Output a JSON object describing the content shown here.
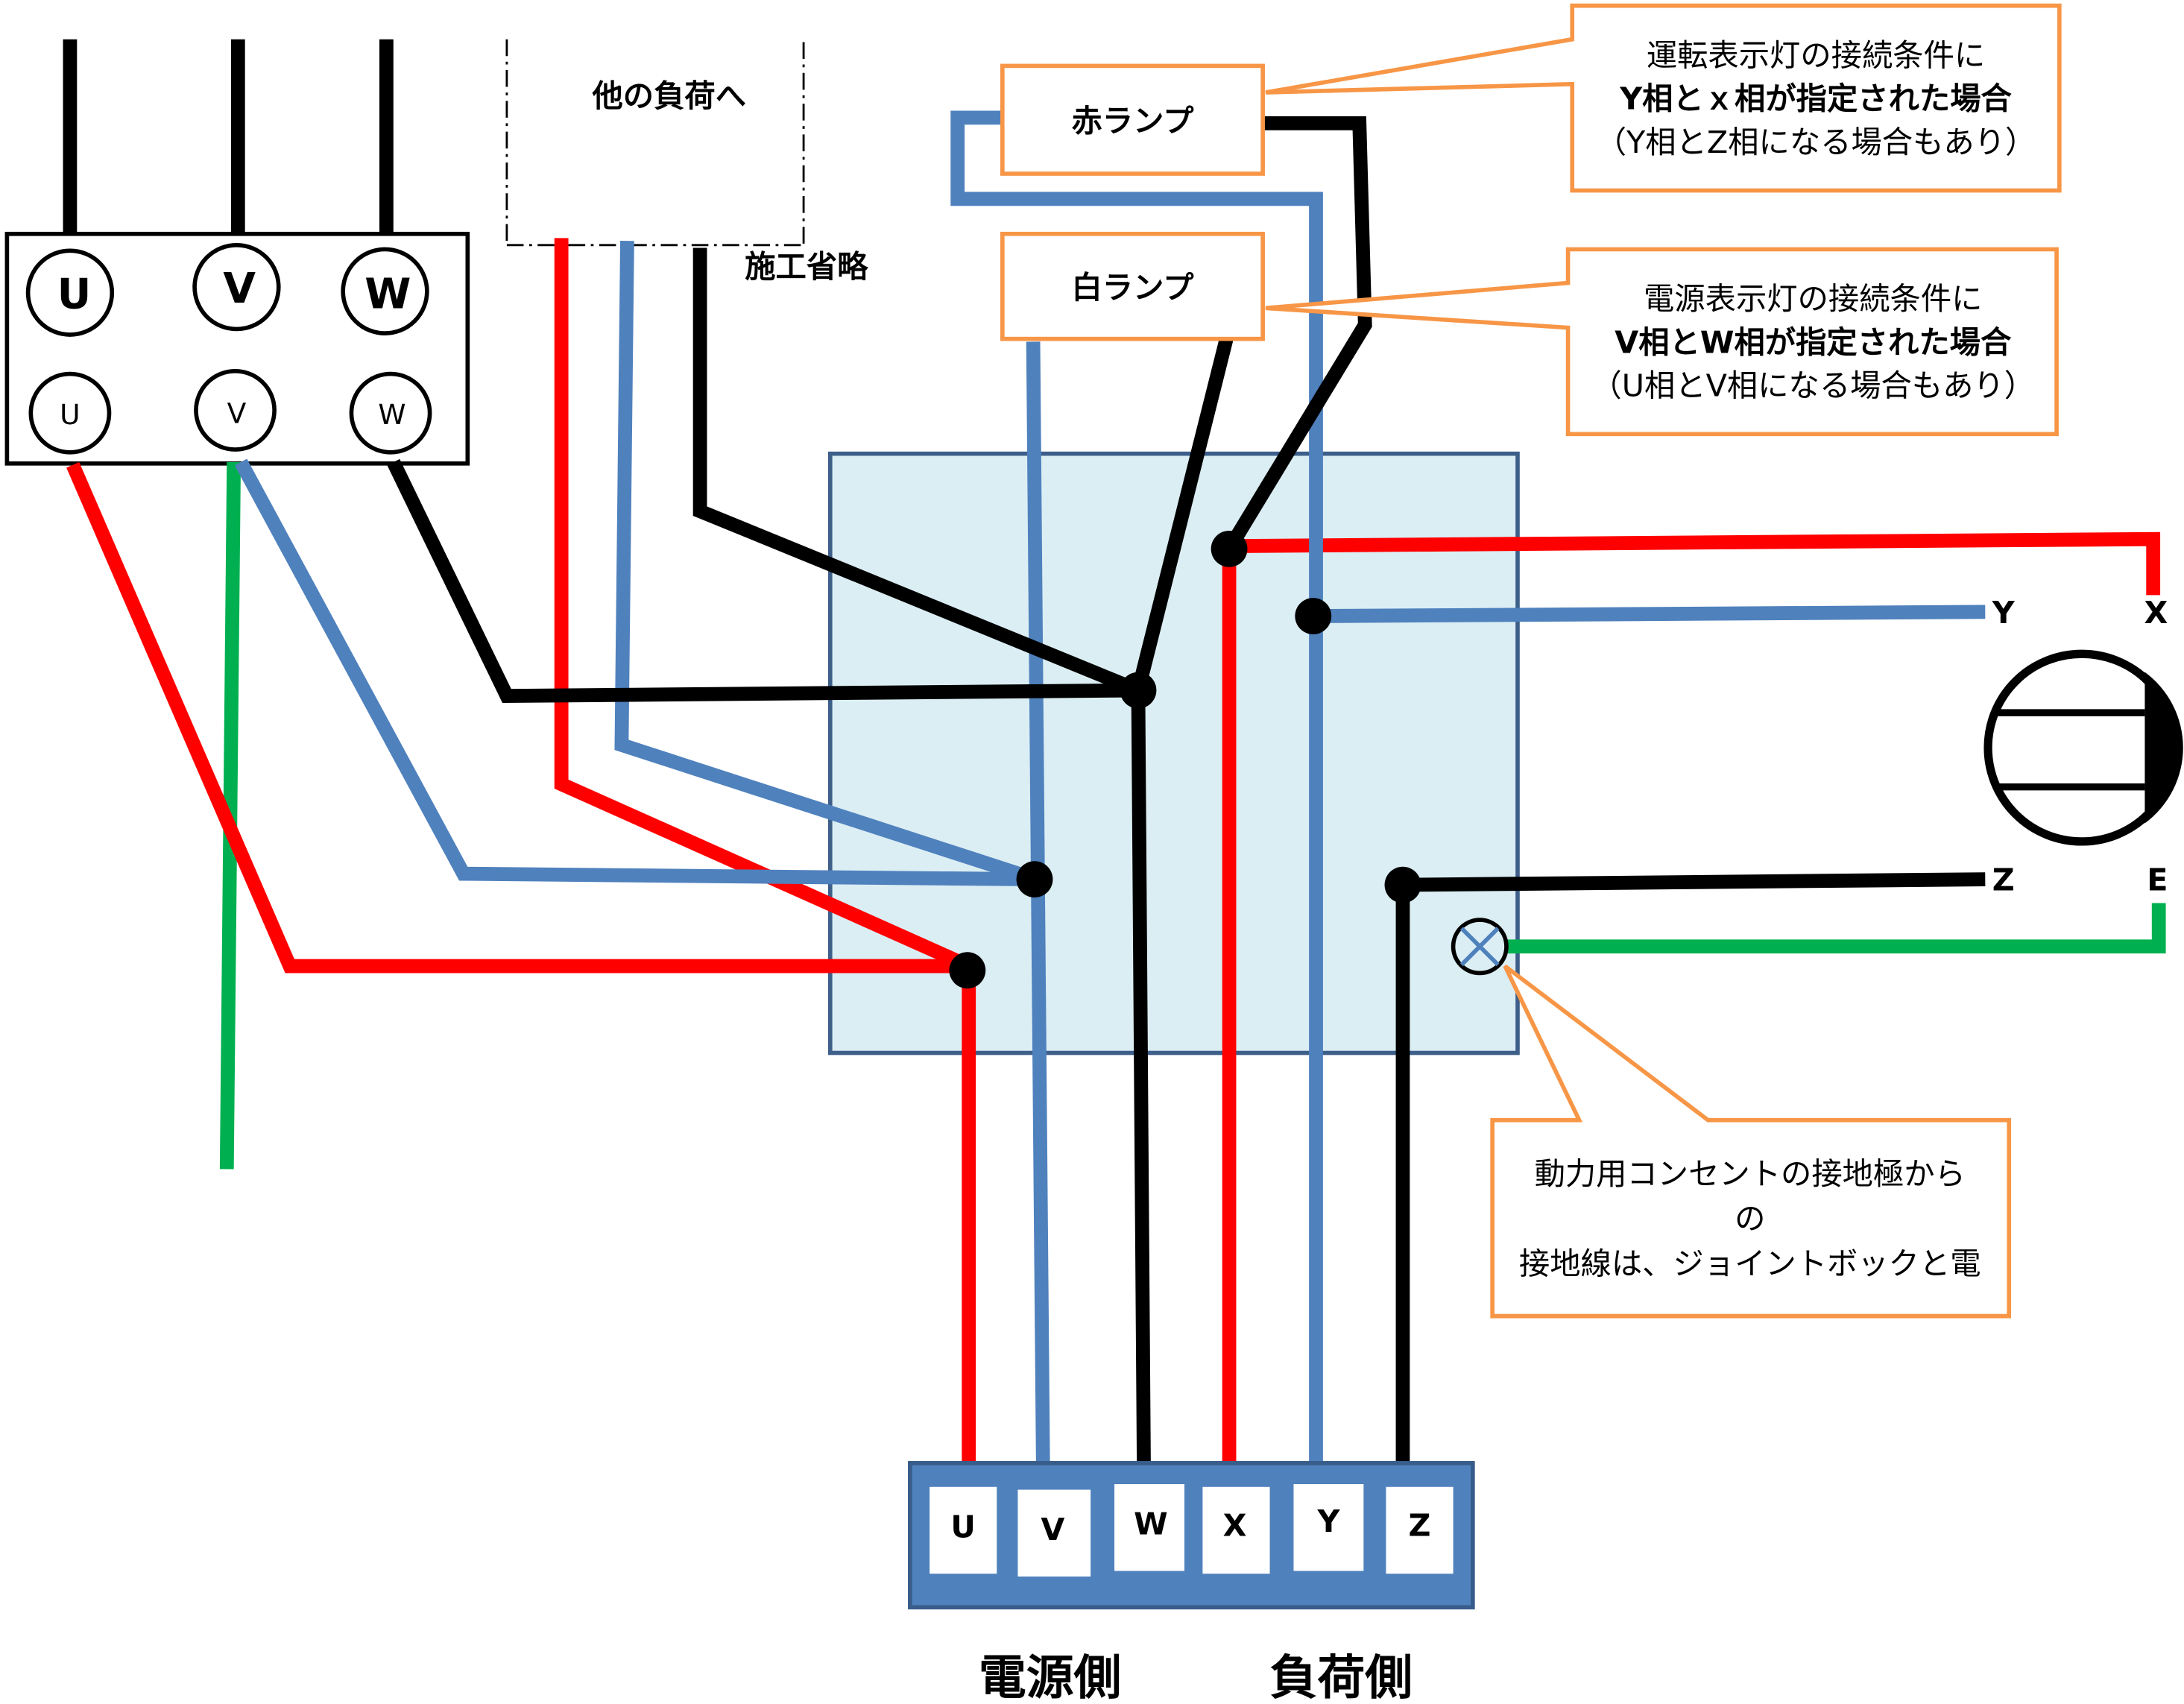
{
  "source_terminals": {
    "upper": [
      "U",
      "V",
      "W"
    ],
    "lower": [
      "U",
      "V",
      "W"
    ]
  },
  "other_load": {
    "label": "他の負荷へ",
    "omitted": "施工省略"
  },
  "lamps": {
    "red": "赤ランプ",
    "white": "白ランプ"
  },
  "callouts": {
    "run_lamp": [
      "運転表示灯の接続条件に",
      "Y相とｘ相が指定された場合",
      "（Y相とZ相になる場合もあり）"
    ],
    "power_lamp": [
      "電源表示灯の接続条件に",
      "V相とW相が指定された場合",
      "（U相とV相になる場合もあり）"
    ],
    "ground": [
      "動力用コンセントの接地極から",
      "の",
      "接地線は、ジョイントボックと電"
    ]
  },
  "motor_labels": {
    "y": "Y",
    "x": "X",
    "z": "Z",
    "e": "E"
  },
  "terminal_block": {
    "terminals": [
      "U",
      "V",
      "W",
      "X",
      "Y",
      "Z"
    ],
    "power_side": "電源側",
    "load_side": "負荷側"
  },
  "colors": {
    "red": "#ff0000",
    "blue": "#4f81bd",
    "black": "#000000",
    "green": "#00b050",
    "orange": "#f79646",
    "joint_box": "#dbeef4",
    "terminal_block": "#4f81bd"
  }
}
